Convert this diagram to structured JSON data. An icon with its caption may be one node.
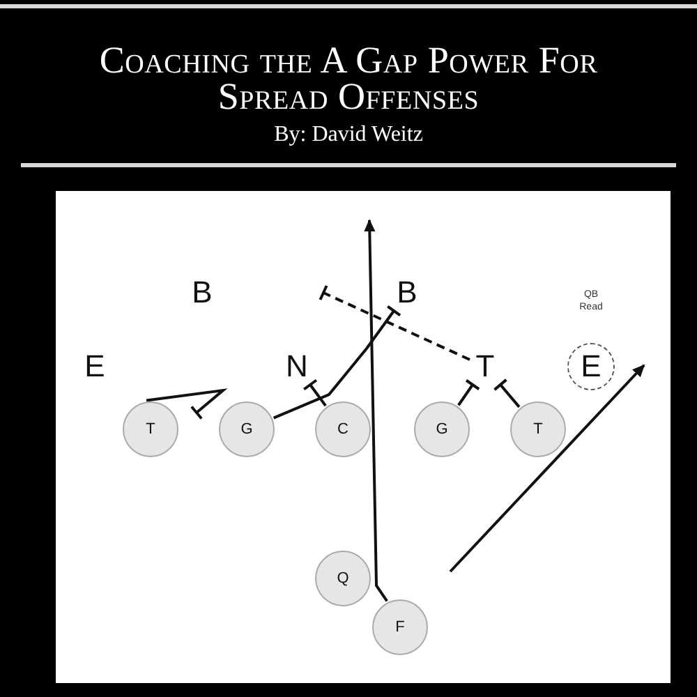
{
  "diagram": {
    "title": "Coaching the A Gap Power For Spread Offenses",
    "nodes": [
      {
        "text": [
          "B"
        ]
      },
      {
        "text": [
          "B"
        ]
      },
      {
        "text": [
          "E"
        ]
      },
      {
        "text": [
          "N"
        ]
      },
      {
        "text": [
          "T"
        ]
      },
      {
        "text": [
          "E"
        ],
        "beside": [
          "QB Read"
        ]
      },
      {
        "text": [
          "T"
        ]
      },
      {
        "text": [
          "G"
        ]
      },
      {
        "text": [
          "C"
        ]
      },
      {
        "text": [
          "G"
        ]
      },
      {
        "text": [
          "T"
        ]
      },
      {
        "text": [
          "Q"
        ]
      },
      {
        "text": [
          "F"
        ]
      }
    ],
    "edges": [
      {
        "from": 6,
        "to": null,
        "arrow": "other"
      },
      {
        "from": 7,
        "to": 1,
        "arrow": "other"
      },
      {
        "from": 8,
        "to": 3,
        "arrow": "other"
      },
      {
        "from": 9,
        "to": 4,
        "arrow": "other"
      },
      {
        "from": 10,
        "to": 4,
        "arrow": "other"
      },
      {
        "from": 4,
        "to": null,
        "arrow": "other",
        "style": "dashed"
      },
      {
        "from": 12,
        "to": null,
        "arrow": "to"
      }
    ],
    "labels": [
      "By: David Weitz"
    ]
  }
}
